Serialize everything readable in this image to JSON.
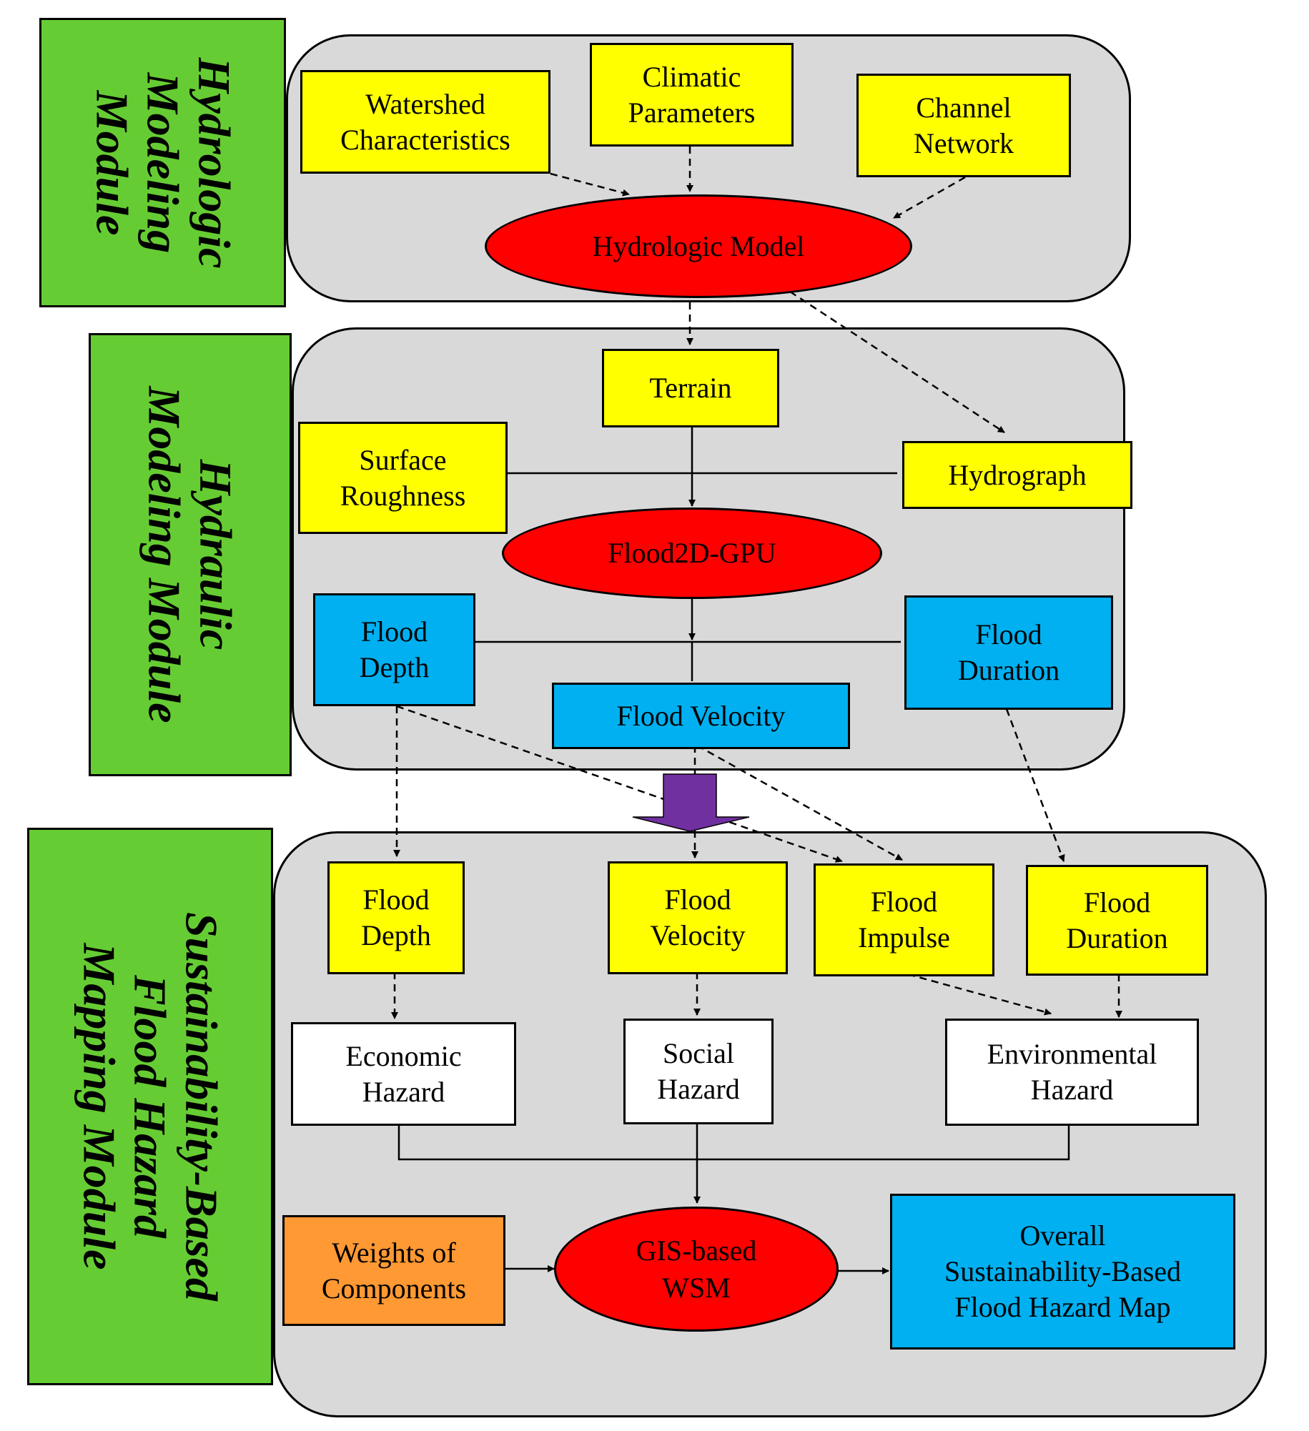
{
  "modules": {
    "hydrologic": "Hydrologic\nModeling\nModule",
    "hydraulic": "Hydraulic\nModeling Module",
    "sustainability": "Sustainability-Based\nFlood Hazard\nMapping Module"
  },
  "hydrologic": {
    "watershed": "Watershed\nCharacteristics",
    "climatic": "Climatic\nParameters",
    "channel": "Channel\nNetwork",
    "model": "Hydrologic Model"
  },
  "hydraulic": {
    "terrain": "Terrain",
    "roughness": "Surface\nRoughness",
    "hydrograph": "Hydrograph",
    "model": "Flood2D-GPU",
    "depth": "Flood\nDepth",
    "duration": "Flood\nDuration",
    "velocity": "Flood Velocity"
  },
  "mapping": {
    "depth": "Flood\nDepth",
    "velocity": "Flood\nVelocity",
    "impulse": "Flood\nImpulse",
    "duration": "Flood\nDuration",
    "economic": "Economic\nHazard",
    "social": "Social\nHazard",
    "environmental": "Environmental\nHazard",
    "weights": "Weights of\nComponents",
    "wsm": "GIS-based\nWSM",
    "overall": "Overall\nSustainability-Based\nFlood Hazard Map"
  },
  "colors": {
    "input": "#ffff00",
    "model": "#ff0000",
    "output": "#00b0f0",
    "hazard": "#ffffff",
    "weights": "#ff9933",
    "module_label": "#66cc33",
    "panel": "#d9d9d9",
    "transfer_arrow": "#7030a0"
  }
}
